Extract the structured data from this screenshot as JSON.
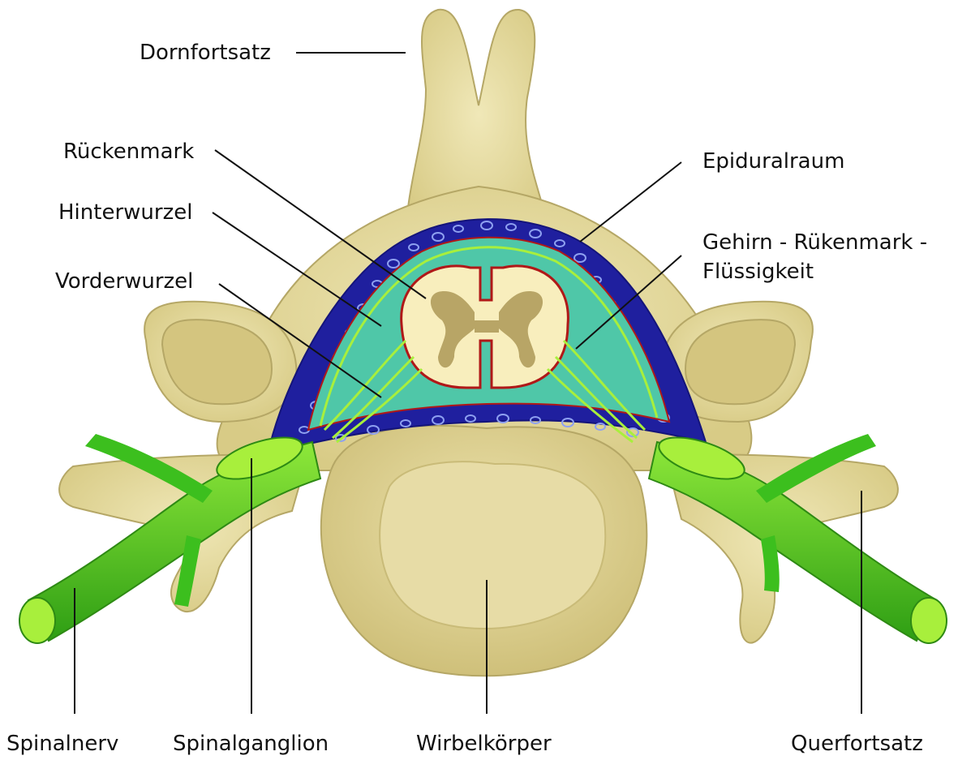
{
  "diagram": {
    "subject": "Querschnitt eines Wirbels mit Rückenmark",
    "labels": {
      "dornfortsatz": "Dornfortsatz",
      "rueckenmark": "Rückenmark",
      "hinterwurzel": "Hinterwurzel",
      "vorderwurzel": "Vorderwurzel",
      "epiduralraum": "Epiduralraum",
      "liquor_line1": "Gehirn - Rükenmark -",
      "liquor_line2": "Flüssigkeit",
      "spinalnerv": "Spinalnerv",
      "spinalganglion": "Spinalganglion",
      "wirbelkoerper": "Wirbelkörper",
      "querfortsatz": "Querfortsatz"
    },
    "colors": {
      "bone": "#e6dba0",
      "bone_shadow": "#c9bb78",
      "bone_outline": "#b5a766",
      "epidural": "#1f1f9e",
      "epidural_dots": "#8ea0f0",
      "csf": "#4fc7a8",
      "nerve": "#3cbf1e",
      "nerve_light": "#a8ef3c",
      "cord_outline": "#b01818",
      "white_matter": "#f8eebd",
      "grey_matter": "#b8a566",
      "line": "#111111"
    }
  }
}
